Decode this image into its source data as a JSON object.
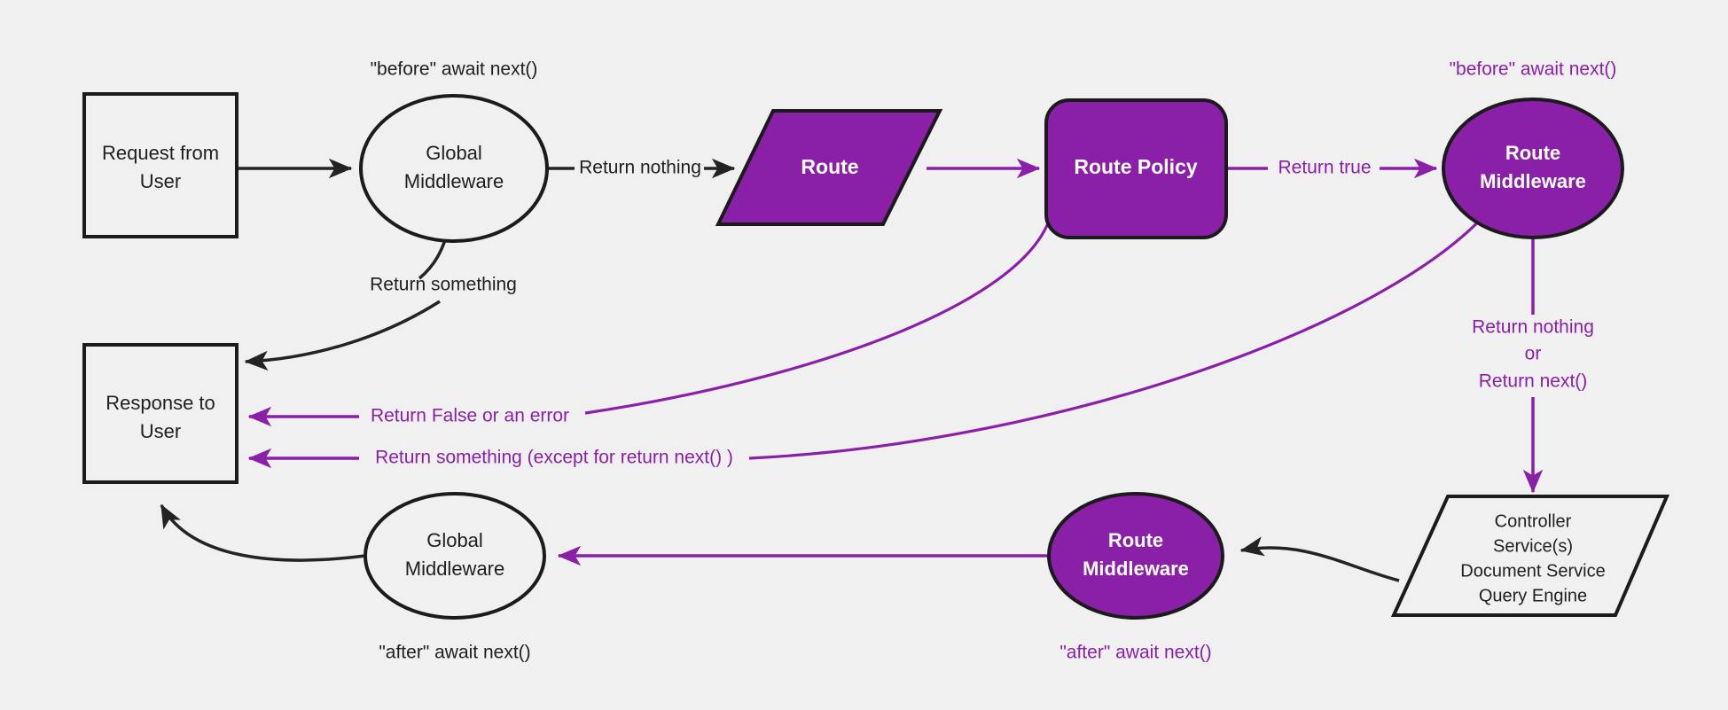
{
  "theme": {
    "background": "#f0f0f0",
    "purple": "#8a1fa8",
    "dark": "#1f1f1f",
    "white": "#ffffff"
  },
  "nodes": {
    "request": {
      "line1": "Request from",
      "line2": "User"
    },
    "global_middleware_top": {
      "line1": "Global",
      "line2": "Middleware"
    },
    "route": {
      "label": "Route"
    },
    "route_policy": {
      "label": "Route Policy"
    },
    "route_middleware_top": {
      "line1": "Route",
      "line2": "Middleware"
    },
    "controller": {
      "line1": "Controller",
      "line2": "Service(s)",
      "line3": "Document Service",
      "line4": "Query Engine"
    },
    "route_middleware_bottom": {
      "line1": "Route",
      "line2": "Middleware"
    },
    "global_middleware_bottom": {
      "line1": "Global",
      "line2": "Middleware"
    },
    "response": {
      "line1": "Response to",
      "line2": "User"
    }
  },
  "annotations": {
    "before_await_next_global": "\"before\" await next()",
    "before_await_next_route": "\"before\" await next()",
    "after_await_next_global": "\"after\" await next()",
    "after_await_next_route": "\"after\" await next()"
  },
  "edge_labels": {
    "return_nothing": "Return nothing",
    "return_something": "Return something",
    "return_true": "Return true",
    "return_nothing_or_1": "Return nothing",
    "return_nothing_or_2": "or",
    "return_nothing_or_3": "Return next()",
    "return_false_or_error": "Return False or an error",
    "return_something_except": "Return something (except for return next() )"
  }
}
